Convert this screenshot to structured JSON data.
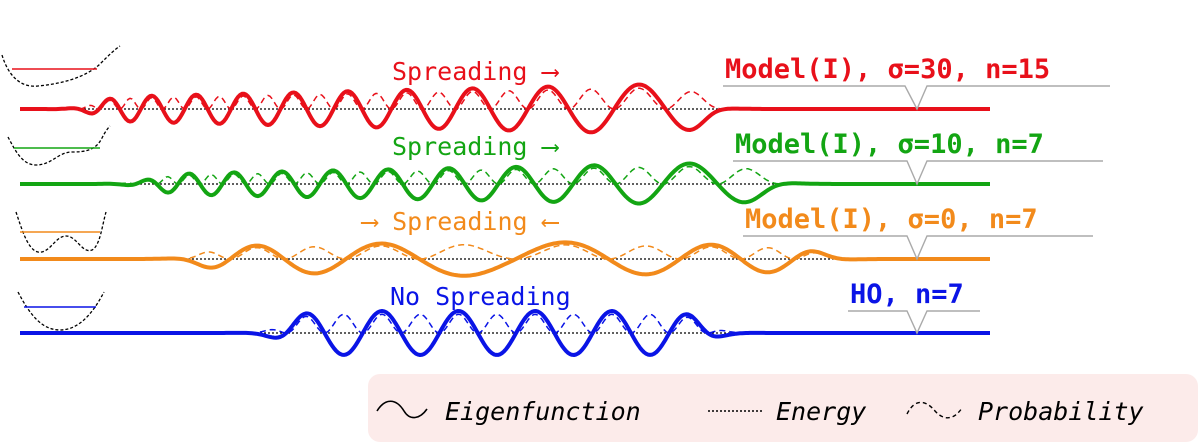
{
  "colors": {
    "red": "#e8101a",
    "green": "#13a513",
    "orange": "#f28a1b",
    "blue": "#0a14e6",
    "black": "#000000",
    "gray": "#aaaaaa",
    "legend_bg": "#fcebea"
  },
  "rows": [
    {
      "id": "red",
      "spread_label": "Spreading ⟶",
      "model_label": "Model(I), σ=30, n=15",
      "nodes": 15
    },
    {
      "id": "green",
      "spread_label": "Spreading ⟶",
      "model_label": "Model(I), σ=10, n=7",
      "nodes": 7
    },
    {
      "id": "orange",
      "spread_label": "⟶ Spreading ⟵",
      "model_label": "Model(I), σ=0, n=7",
      "nodes": 7
    },
    {
      "id": "blue",
      "spread_label": "No Spreading",
      "model_label": "HO, n=7",
      "nodes": 7
    }
  ],
  "legend": {
    "eigenfunction": "Eigenfunction",
    "energy": "Energy",
    "probability": "Probability"
  }
}
